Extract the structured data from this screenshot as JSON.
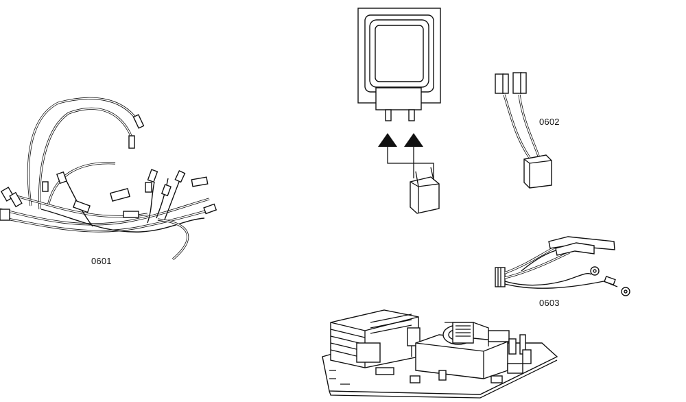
{
  "parts": [
    {
      "id": "wire-harness",
      "label": "0601"
    },
    {
      "id": "wire-jumper",
      "label": "0602"
    },
    {
      "id": "ground-harness",
      "label": "0603"
    }
  ]
}
